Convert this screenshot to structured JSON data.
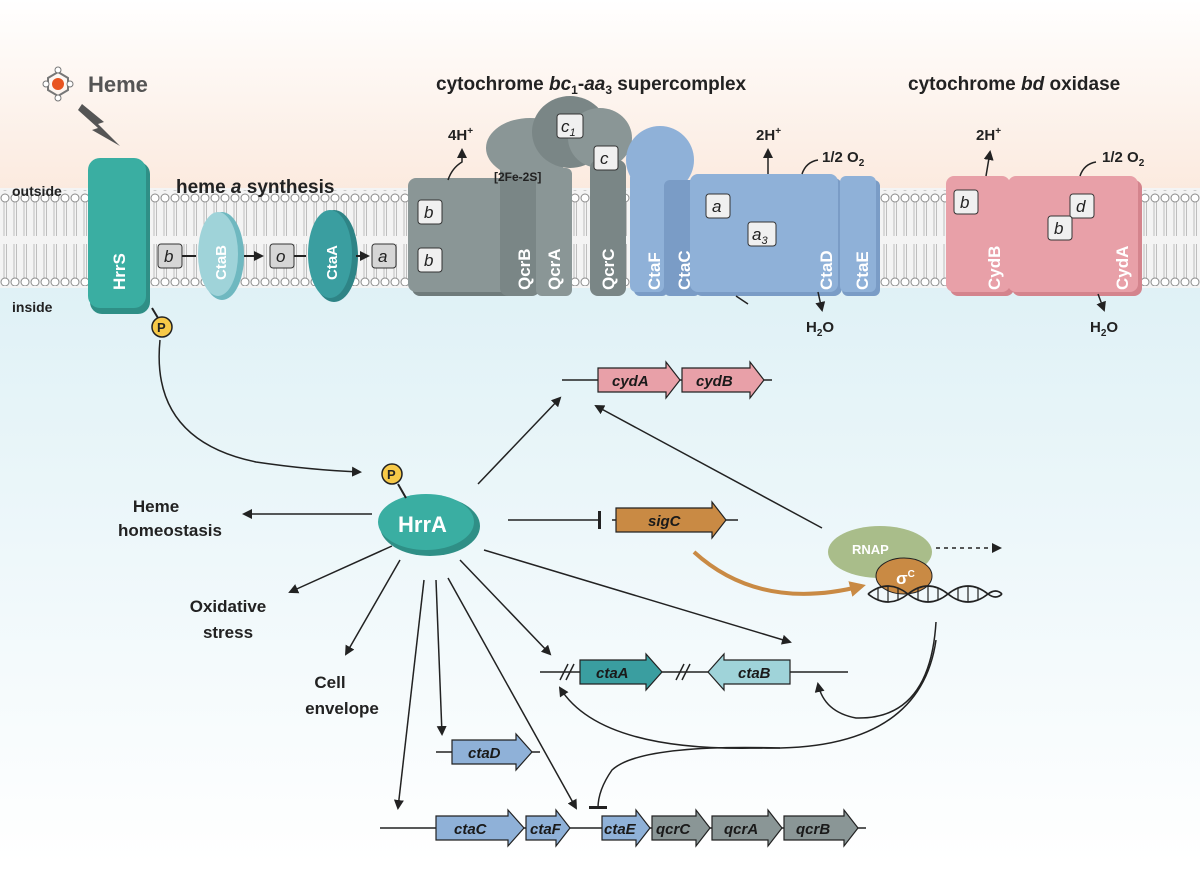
{
  "heme": "Heme",
  "heme_a_synthesis": {
    "prefix": "heme ",
    "italic": "a",
    "suffix": " synthesis"
  },
  "supercomplex_title": {
    "p1": "cytochrome ",
    "i1": "bc",
    "s1": "1",
    "p2": "-",
    "i2": "aa",
    "s2": "3",
    "p3": " supercomplex"
  },
  "bd_title": {
    "p1": "cytochrome ",
    "i1": "bd",
    "p2": " oxidase"
  },
  "outside": "outside",
  "inside": "inside",
  "proteins": {
    "hrrs": "HrrS",
    "ctab": "CtaB",
    "ctaa": "CtaA",
    "qcrb": "QcrB",
    "qcra": "QcrA",
    "qcrc": "QcrC",
    "ctaf": "CtaF",
    "ctac": "CtaC",
    "ctad": "CtaD",
    "ctae": "CtaE",
    "cydb": "CydB",
    "cyda": "CydA",
    "hrra": "HrrA",
    "rnap": "RNAP"
  },
  "heme_boxes": {
    "b": "b",
    "o": "o",
    "a": "a",
    "c": "c",
    "c1": "c",
    "c1_sub": "1",
    "a3": "a",
    "a3_sub": "3",
    "d": "d"
  },
  "fes": "[2Fe-2S]",
  "phospho": "P",
  "protons": {
    "h4": "4H",
    "h2": "2H",
    "plus": "+"
  },
  "oxygen": {
    "half": "1/2 O",
    "sub": "2"
  },
  "water": {
    "h": "H",
    "sub": "2",
    "o": "O"
  },
  "sigma": {
    "main": "σ",
    "sup": "C"
  },
  "targets": {
    "heme_homeostasis": [
      "Heme",
      "homeostasis"
    ],
    "oxidative_stress": [
      "Oxidative",
      "stress"
    ],
    "cell_envelope": [
      "Cell",
      "envelope"
    ]
  },
  "genes": {
    "cyda": "cydA",
    "cydb": "cydB",
    "sigc": "sigC",
    "ctaa": "ctaA",
    "ctab": "ctaB",
    "ctad": "ctaD",
    "ctac": "ctaC",
    "ctaf": "ctaF",
    "ctae": "ctaE",
    "qcrc": "qcrC",
    "qcra": "qcrA",
    "qcrb": "qcrB"
  },
  "colors": {
    "hrr": "#3aaea2",
    "ctab": "#9fd3d9",
    "ctaa": "#3a9ea0",
    "bc1": "#8a9696",
    "aa3": "#8fb1d8",
    "bd": "#e8a0a8",
    "sigc": "#c98a44",
    "rnap": "#a9bd8a",
    "phospho": "#f7c948",
    "heme_dot": "#e8531f"
  }
}
